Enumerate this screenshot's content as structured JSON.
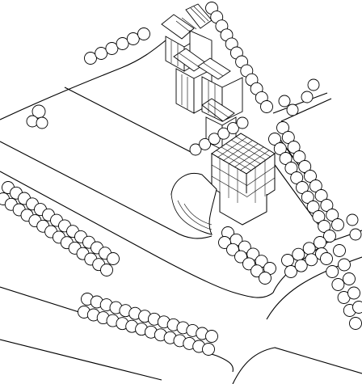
{
  "drawing": {
    "style": "axonometric site plan, black line art on white",
    "stroke_color": "#000000",
    "fill_color": "#ffffff",
    "elements": [
      "street-curves",
      "tree-rows",
      "terraced-housing-block",
      "main-building",
      "curved-hall"
    ]
  }
}
